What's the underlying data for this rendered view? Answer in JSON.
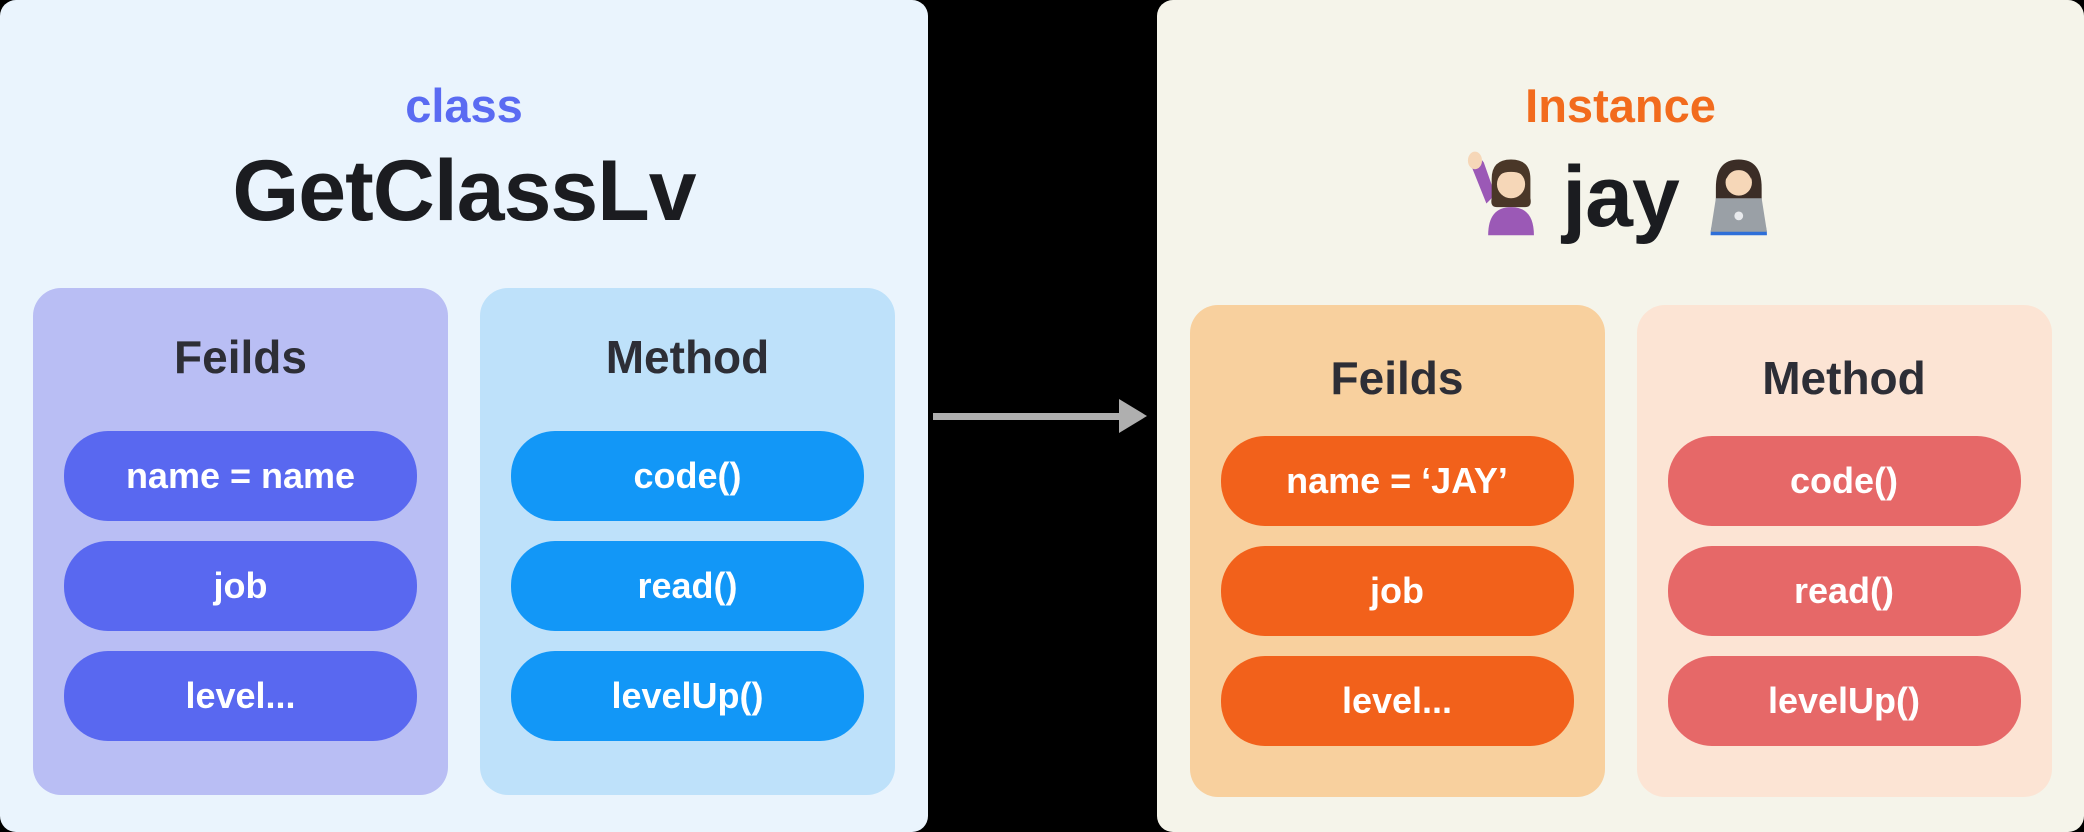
{
  "page": {
    "background": "#000000",
    "arrow_color": "#AFAFAF"
  },
  "class_card": {
    "kicker": "class",
    "kicker_color": "#5A6BF2",
    "title": "GetClassLv",
    "bg_color": "#EAF4FD",
    "fields_panel": {
      "title": "Feilds",
      "bg_color": "#B9BEF4",
      "pill_color": "#5968F0",
      "pills": [
        "name = name",
        "job",
        "level..."
      ]
    },
    "method_panel": {
      "title": "Method",
      "bg_color": "#BEE1FA",
      "pill_color": "#1297F7",
      "pills": [
        "code()",
        "read()",
        "levelUp()"
      ]
    }
  },
  "instance_card": {
    "kicker": "Instance",
    "kicker_color": "#F26B1D",
    "title": "jay",
    "bg_color": "#F5F4EA",
    "emoji_left": "🙋🏻‍♀️",
    "emoji_right": "👩🏻‍💻",
    "fields_panel": {
      "title": "Feilds",
      "bg_color": "#F8D09E",
      "pill_color": "#F2611B",
      "pills": [
        "name = ‘JAY’",
        "job",
        "level..."
      ]
    },
    "method_panel": {
      "title": "Method",
      "bg_color": "#FCE4D4",
      "pill_color": "#E66868",
      "pills": [
        "code()",
        "read()",
        "levelUp()"
      ]
    }
  }
}
